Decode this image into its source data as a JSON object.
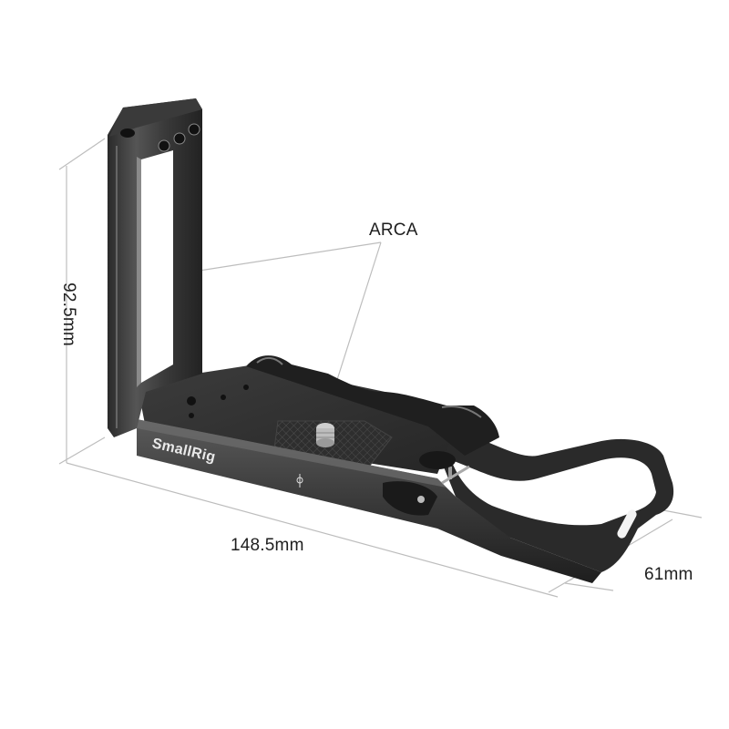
{
  "product": {
    "brand_engraving": "SmallRig",
    "type": "L-bracket camera plate"
  },
  "annotations": {
    "arca_label": "ARCA",
    "height_label": "92.5mm",
    "width_label": "148.5mm",
    "depth_label": "61mm"
  },
  "colors": {
    "background": "#ffffff",
    "metal_dark": "#2b2b2b",
    "metal_mid": "#4a4a4a",
    "metal_light": "#7a7a7a",
    "dimension_line": "#b8b8b8",
    "label_text": "#1e1e1e"
  }
}
